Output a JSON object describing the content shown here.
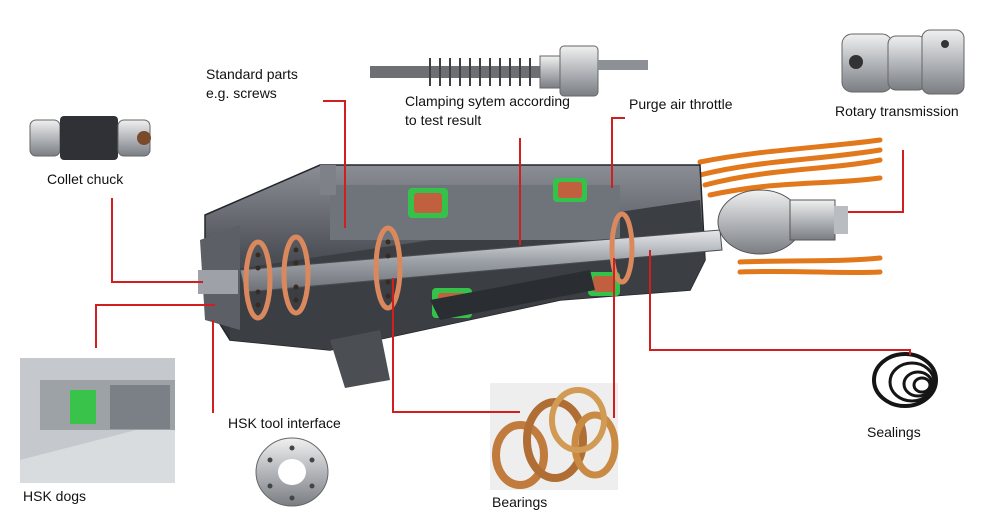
{
  "labels": {
    "standard_parts": "Standard parts",
    "standard_parts_sub": "e.g. screws",
    "clamping_system": "Clamping sytem according",
    "clamping_system_sub": "to test result",
    "purge_air": "Purge air throttle",
    "rotary": "Rotary transmission",
    "collet": "Collet chuck",
    "hsk_tool": "HSK tool interface",
    "hsk_dogs": "HSK dogs",
    "bearings": "Bearings",
    "sealings": "Sealings"
  },
  "colors": {
    "leader": "#d11f1f",
    "cable": "#e2781c",
    "body": "#5b5f66",
    "green": "#35c24a",
    "copper": "#c0603f"
  }
}
